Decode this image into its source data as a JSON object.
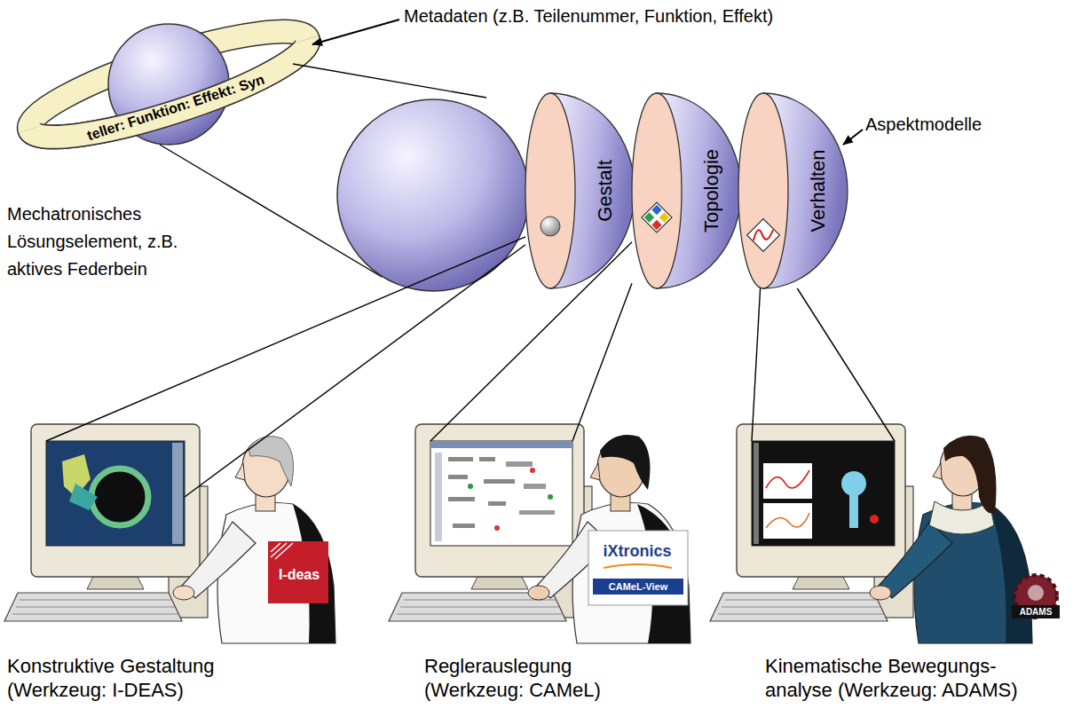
{
  "diagram": {
    "nodes": [
      {
        "text": [
          "Gestalt"
        ]
      },
      {
        "text": [
          "Topologie"
        ]
      },
      {
        "text": [
          "Verhalten"
        ]
      },
      {
        "text": [
          "Konstruktive Gestaltung (Werkzeug: I-DEAS)"
        ]
      },
      {
        "text": [
          "Reglerauslegung (Werkzeug: CAMeL)"
        ]
      },
      {
        "text": [
          "Kinematische Bewegungs-analyse (Werkzeug: ADAMS)"
        ]
      }
    ],
    "edges": [
      {
        "from": 0,
        "to": 3,
        "arrow": "none"
      },
      {
        "from": 1,
        "to": 4,
        "arrow": "none"
      },
      {
        "from": 2,
        "to": 5,
        "arrow": "none"
      }
    ],
    "labels": [
      "Metadaten (z.B. Teilenummer, Funktion, Effekt)",
      "teller: Funktion: Effekt: Syn",
      "Aspektmodelle",
      "Mechatronisches Lösungselement, z.B. aktives Federbein",
      "I-deas",
      "iXtronics",
      "CAMeL-View",
      "ADAMS"
    ]
  }
}
